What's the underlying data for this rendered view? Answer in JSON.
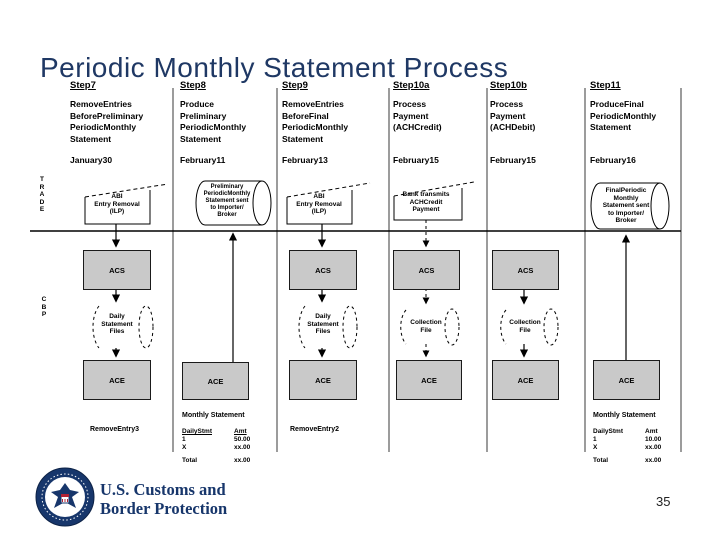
{
  "title": "Periodic Monthly Statement Process",
  "page_number": "35",
  "footer": {
    "org_line1": "U.S. Customs and",
    "org_line2": "Border Protection"
  },
  "bands": {
    "top_label": "TRADE",
    "bottom_label": "CBP"
  },
  "columns": [
    {
      "step": "Step7",
      "desc": "RemoveEntries\nBeforePreliminary\nPeriodicMonthly\nStatement",
      "date": "January30"
    },
    {
      "step": "Step8",
      "desc": "Produce\nPreliminary\nPeriodicMonthly\nStatement",
      "date": "February11"
    },
    {
      "step": "Step9",
      "desc": "RemoveEntries\nBeforeFinal\nPeriodicMonthly\nStatement",
      "date": "February13"
    },
    {
      "step": "Step10a",
      "desc": "Process\nPayment\n(ACHCredit)",
      "date": "February15"
    },
    {
      "step": "Step10b",
      "desc": "Process\nPayment\n(ACHDebit)",
      "date": "February15"
    },
    {
      "step": "Step11",
      "desc": "ProduceFinal\nPeriodicMonthly\nStatement",
      "date": "February16"
    }
  ],
  "shapes": {
    "manual_input_step7": "ABI\nEntry Removal\n(ILP)",
    "manual_input_step9": "ABI\nEntry Removal\n(ILP)",
    "bank_note": "Bank transmits\nACHCredit\nPayment",
    "prelim_statement": "Preliminary\nPeriodicMonthly\nStatement sent\nto Importer/\nBroker",
    "final_statement": "FinalPeriodic\nMonthly\nStatement sent\nto Importer/\nBroker",
    "acs_label": "ACS",
    "ace_label": "ACE",
    "daily_statement_files": "Daily\nStatement\nFiles",
    "collection_file": "Collection\nFile"
  },
  "annotations": {
    "remove_entry_3": "RemoveEntry3",
    "remove_entry_2": "RemoveEntry2",
    "monthly_statement_prelim": "Monthly Statement",
    "monthly_statement_final": "Monthly Statement"
  },
  "tables": {
    "prelim": {
      "col1_header": "DailyStmt",
      "col2_header": "Amt",
      "rows": [
        [
          "1",
          "50.00"
        ],
        [
          "X",
          "xx.00"
        ]
      ],
      "total_label": "Total",
      "total_value": "xx.00"
    },
    "final": {
      "col1_header": "DailyStmt",
      "col2_header": "Amt",
      "rows": [
        [
          "1",
          "10.00"
        ],
        [
          "X",
          "xx.00"
        ]
      ],
      "total_label": "Total",
      "total_value": "xx.00"
    }
  },
  "colors": {
    "title_blue": "#1f3864",
    "footer_blue": "#17366b",
    "box_gray": "#c9c9c9",
    "line_black": "#000000"
  }
}
